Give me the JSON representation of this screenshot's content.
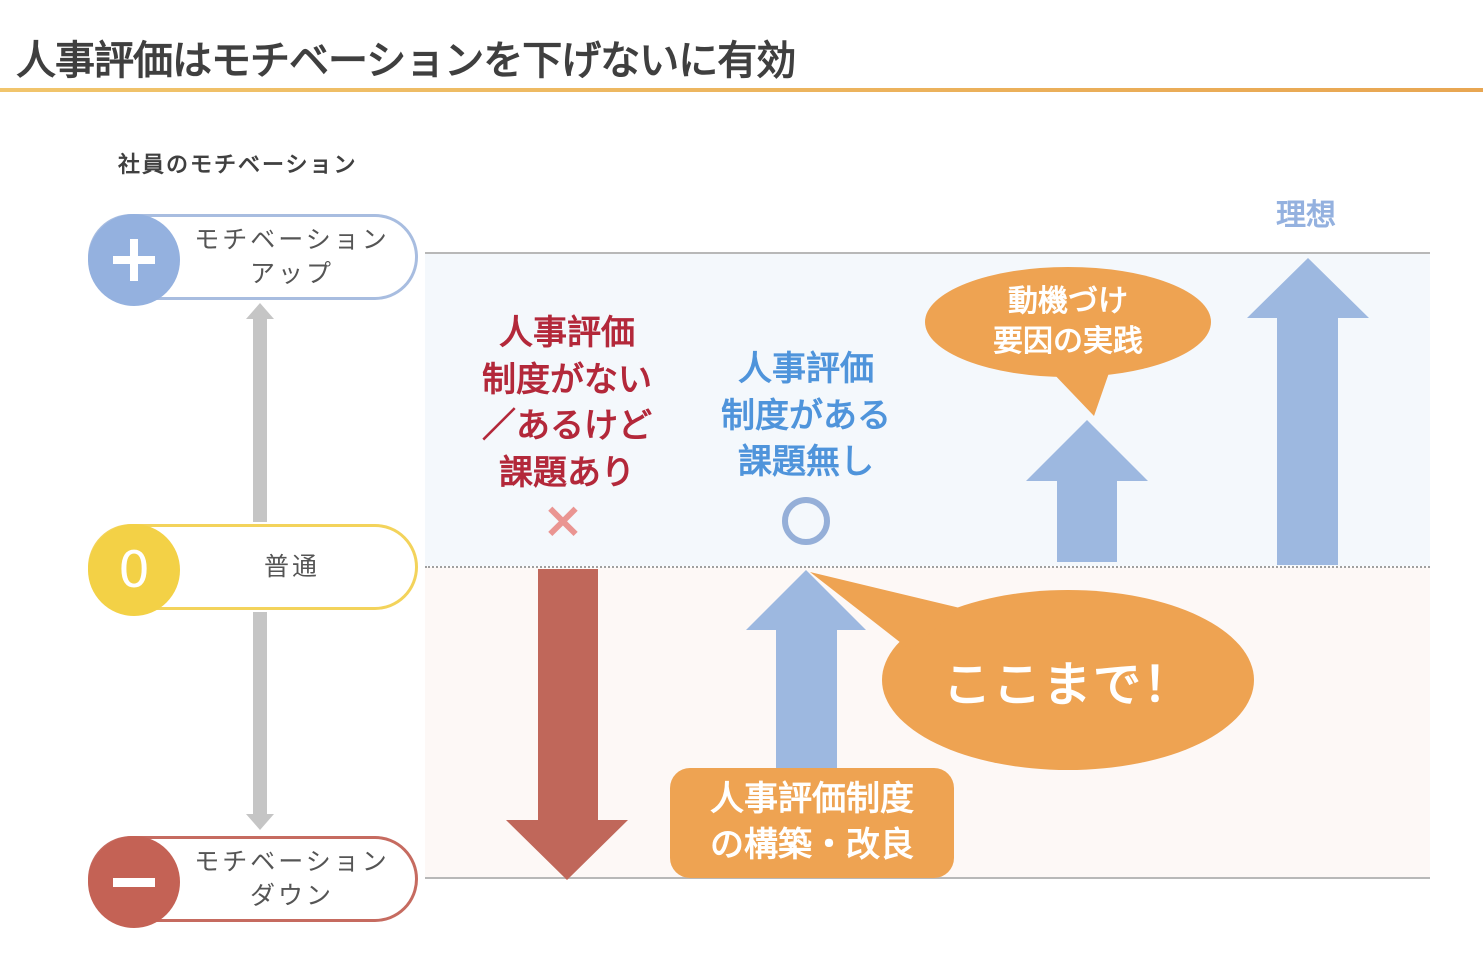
{
  "slide": {
    "title": "人事評価はモチベーションを下げないに有効",
    "accent_color": "#e8a652"
  },
  "axis": {
    "title": "社員のモチベーション",
    "levels": [
      {
        "id": "up",
        "symbol": "plus-icon",
        "label": "モチベーション\nアップ",
        "color": "#94b1df"
      },
      {
        "id": "zero",
        "symbol": "0",
        "label": "普通",
        "color": "#f3d146"
      },
      {
        "id": "down",
        "symbol": "minus-icon",
        "label": "モチベーション\nダウン",
        "color": "#c46255"
      }
    ]
  },
  "scenarios": {
    "no_system": {
      "label": "人事評価\n制度がない\n／あるけど\n課題あり",
      "mark": "×",
      "color": "#b3283a",
      "direction": "down"
    },
    "with_system": {
      "label": "人事評価\n制度がある\n課題無し",
      "mark": "○",
      "color": "#4f94db",
      "direction": "up"
    }
  },
  "callouts": {
    "build_box": "人事評価制度\nの構築・改良",
    "here_bubble": "ここまで！",
    "motivation_bubble": "動機づけ\n要因の実践",
    "ideal_label": "理想"
  },
  "colors": {
    "arrow_blue": "#9db8e0",
    "arrow_red": "#c0675a",
    "bubble_orange": "#eea352"
  }
}
